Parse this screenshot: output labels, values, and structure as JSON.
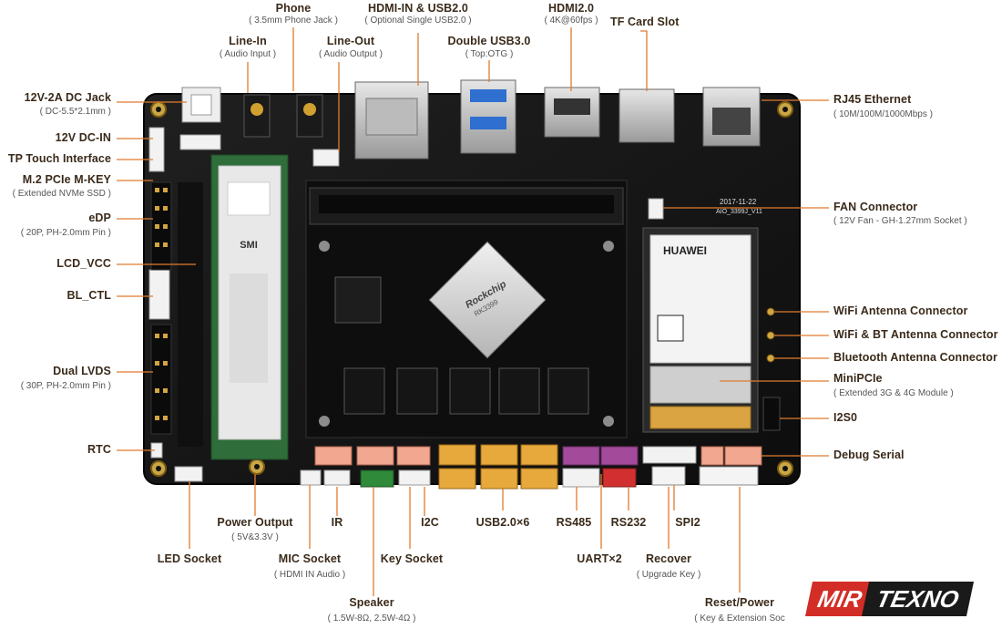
{
  "colors": {
    "board": "#151515",
    "leader": "#e07b2e",
    "label": "#3a2a1a",
    "sublabel": "#555555",
    "logo_red": "#d32d27",
    "logo_dark": "#1a1a1a",
    "slot_gold": "#d9a441"
  },
  "board": {
    "chip_text": "RK3399",
    "chip_brand": "Rockchip",
    "module_brand": "HUAWEI",
    "silk_date": "2017-11-22",
    "silk_version": "AIO_3399J_V11"
  },
  "callouts": {
    "phone": {
      "label": "Phone",
      "sub": "( 3.5mm Phone Jack )"
    },
    "hdmi_in": {
      "label": "HDMI-IN & USB2.0",
      "sub": "( Optional Single USB2.0 )"
    },
    "hdmi2": {
      "label": "HDMI2.0",
      "sub": "( 4K@60fps )"
    },
    "tf_card": {
      "label": "TF Card Slot"
    },
    "line_in": {
      "label": "Line-In",
      "sub": "( Audio Input )"
    },
    "line_out": {
      "label": "Line-Out",
      "sub": "( Audio Output )"
    },
    "double_usb3": {
      "label": "Double USB3.0",
      "sub": "( Top:OTG )"
    },
    "dc_jack": {
      "label": "12V-2A DC Jack",
      "sub": "( DC-5.5*2.1mm )"
    },
    "dc_in": {
      "label": "12V DC-IN"
    },
    "tp_touch": {
      "label": "TP Touch Interface"
    },
    "m2": {
      "label": "M.2 PCIe M-KEY",
      "sub": "( Extended NVMe SSD )"
    },
    "edp": {
      "label": "eDP",
      "sub": "( 20P, PH-2.0mm Pin )"
    },
    "lcd_vcc": {
      "label": "LCD_VCC"
    },
    "bl_ctl": {
      "label": "BL_CTL"
    },
    "dual_lvds": {
      "label": "Dual LVDS",
      "sub": "( 30P, PH-2.0mm Pin )"
    },
    "rtc": {
      "label": "RTC"
    },
    "rj45": {
      "label": "RJ45 Ethernet",
      "sub": "( 10M/100M/1000Mbps )"
    },
    "fan": {
      "label": "FAN Connector",
      "sub": "( 12V Fan - GH-1.27mm Socket )"
    },
    "wifi_ant": {
      "label": "WiFi Antenna Connector"
    },
    "wifi_bt_ant": {
      "label": "WiFi & BT Antenna Connector"
    },
    "bt_ant": {
      "label": "Bluetooth Antenna Connector"
    },
    "minipcie": {
      "label": "MiniPCIe",
      "sub": "( Extended 3G & 4G Module )"
    },
    "i2s0": {
      "label": "I2S0"
    },
    "debug_serial": {
      "label": "Debug Serial"
    },
    "power_out": {
      "label": "Power Output",
      "sub": "( 5V&3.3V )"
    },
    "ir": {
      "label": "IR"
    },
    "i2c": {
      "label": "I2C"
    },
    "usb2x6": {
      "label": "USB2.0×6"
    },
    "rs485": {
      "label": "RS485"
    },
    "rs232": {
      "label": "RS232"
    },
    "spi2": {
      "label": "SPI2"
    },
    "led_socket": {
      "label": "LED Socket"
    },
    "mic_socket": {
      "label": "MIC Socket",
      "sub": "( HDMI IN Audio )"
    },
    "key_socket": {
      "label": "Key Socket"
    },
    "uart": {
      "label": "UART×2"
    },
    "recover": {
      "label": "Recover",
      "sub": "( Upgrade Key )"
    },
    "speaker": {
      "label": "Speaker",
      "sub": "( 1.5W-8Ω, 2.5W-4Ω )"
    },
    "reset": {
      "label": "Reset/Power",
      "sub": "( Key & Extension Soc"
    }
  },
  "logo": {
    "left": "MIR",
    "right": "TEXNO"
  }
}
